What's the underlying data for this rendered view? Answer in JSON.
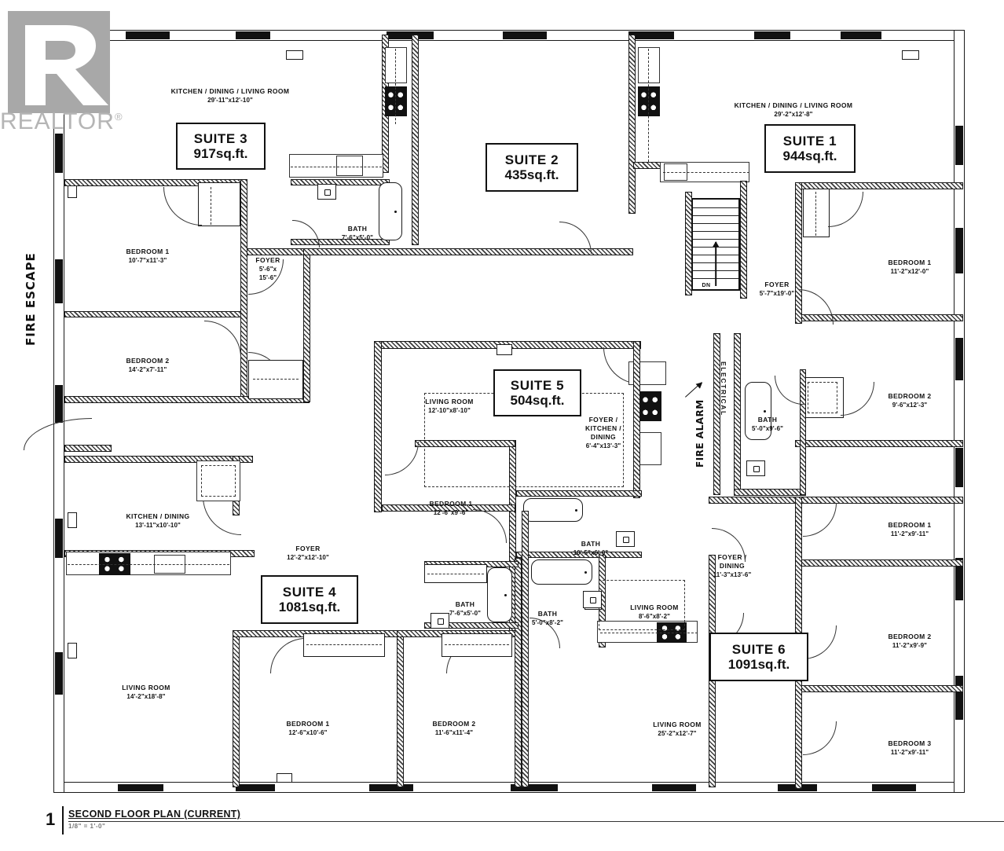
{
  "document": {
    "type": "architectural-floor-plan",
    "caption_number": "1",
    "caption_title": "SECOND FLOOR PLAN (CURRENT)",
    "caption_scale": "1/8\" = 1'-0\""
  },
  "watermark": {
    "text": "REALTOR",
    "registered_mark": "®",
    "color": "#b5b5b5"
  },
  "annotations": {
    "fire_escape": "FIRE ESCAPE",
    "electrical": "ELECTRICAL",
    "fire_alarm": "FIRE ALARM",
    "stair_direction": "DN"
  },
  "suites": [
    {
      "id": "suite-1",
      "name": "SUITE 1",
      "area": "944sq.ft."
    },
    {
      "id": "suite-2",
      "name": "SUITE 2",
      "area": "435sq.ft."
    },
    {
      "id": "suite-3",
      "name": "SUITE 3",
      "area": "917sq.ft."
    },
    {
      "id": "suite-4",
      "name": "SUITE 4",
      "area": "1081sq.ft."
    },
    {
      "id": "suite-5",
      "name": "SUITE 5",
      "area": "504sq.ft."
    },
    {
      "id": "suite-6",
      "name": "SUITE 6",
      "area": "1091sq.ft."
    }
  ],
  "rooms": {
    "s3_kdl": {
      "label": "KITCHEN / DINING / LIVING ROOM",
      "dim": "29'-11\"x12'-10\""
    },
    "s3_bed1": {
      "label": "BEDROOM 1",
      "dim": "10'-7\"x11'-3\""
    },
    "s3_bed2": {
      "label": "BEDROOM 2",
      "dim": "14'-2\"x7'-11\""
    },
    "s3_foyer": {
      "label": "FOYER",
      "dim": "5'-6\"x\n15'-6\""
    },
    "s2_bath": {
      "label": "BATH",
      "dim": "7'-6\"x5'-0\""
    },
    "s1_kdl": {
      "label": "KITCHEN / DINING / LIVING ROOM",
      "dim": "29'-2\"x12'-8\""
    },
    "s1_foyer": {
      "label": "FOYER",
      "dim": "5'-7\"x19'-0\""
    },
    "s1_bed1": {
      "label": "BEDROOM 1",
      "dim": "11'-2\"x12'-0\""
    },
    "s1_bed2": {
      "label": "BEDROOM 2",
      "dim": "9'-6\"x12'-3\""
    },
    "s1_bath": {
      "label": "BATH",
      "dim": "5'-0\"x9'-6\""
    },
    "s5_living": {
      "label": "LIVING ROOM",
      "dim": "12'-10\"x8'-10\""
    },
    "s5_bed1": {
      "label": "BEDROOM 1",
      "dim": "12'-6\"x9'-6\""
    },
    "s5_fkd": {
      "label": "FOYER /\nKITCHEN /\nDINING",
      "dim": "6'-4\"x13'-3\""
    },
    "s5_bath": {
      "label": "BATH",
      "dim": "10'-5\"x6'-0\""
    },
    "s4_kd": {
      "label": "KITCHEN / DINING",
      "dim": "13'-11\"x10'-10\""
    },
    "s4_foyer": {
      "label": "FOYER",
      "dim": "12'-2\"x12'-10\""
    },
    "s4_living": {
      "label": "LIVING ROOM",
      "dim": "14'-2\"x18'-8\""
    },
    "s4_bed1": {
      "label": "BEDROOM 1",
      "dim": "12'-6\"x10'-6\""
    },
    "s4_bed2": {
      "label": "BEDROOM 2",
      "dim": "11'-6\"x11'-4\""
    },
    "s4_bath": {
      "label": "BATH",
      "dim": "7'-6\"x5'-0\""
    },
    "s6_bath": {
      "label": "BATH",
      "dim": "5'-0\"x8'-2\""
    },
    "s6_foyer": {
      "label": "FOYER /\nDINING",
      "dim": "11'-3\"x13'-6\""
    },
    "s6_living_sm": {
      "label": "LIVING ROOM",
      "dim": "8'-6\"x8'-2\""
    },
    "s6_living": {
      "label": "LIVING ROOM",
      "dim": "25'-2\"x12'-7\""
    },
    "s6_bed1": {
      "label": "BEDROOM 1",
      "dim": "11'-2\"x9'-11\""
    },
    "s6_bed2": {
      "label": "BEDROOM 2",
      "dim": "11'-2\"x9'-9\""
    },
    "s6_bed3": {
      "label": "BEDROOM 3",
      "dim": "11'-2\"x9'-11\""
    }
  }
}
